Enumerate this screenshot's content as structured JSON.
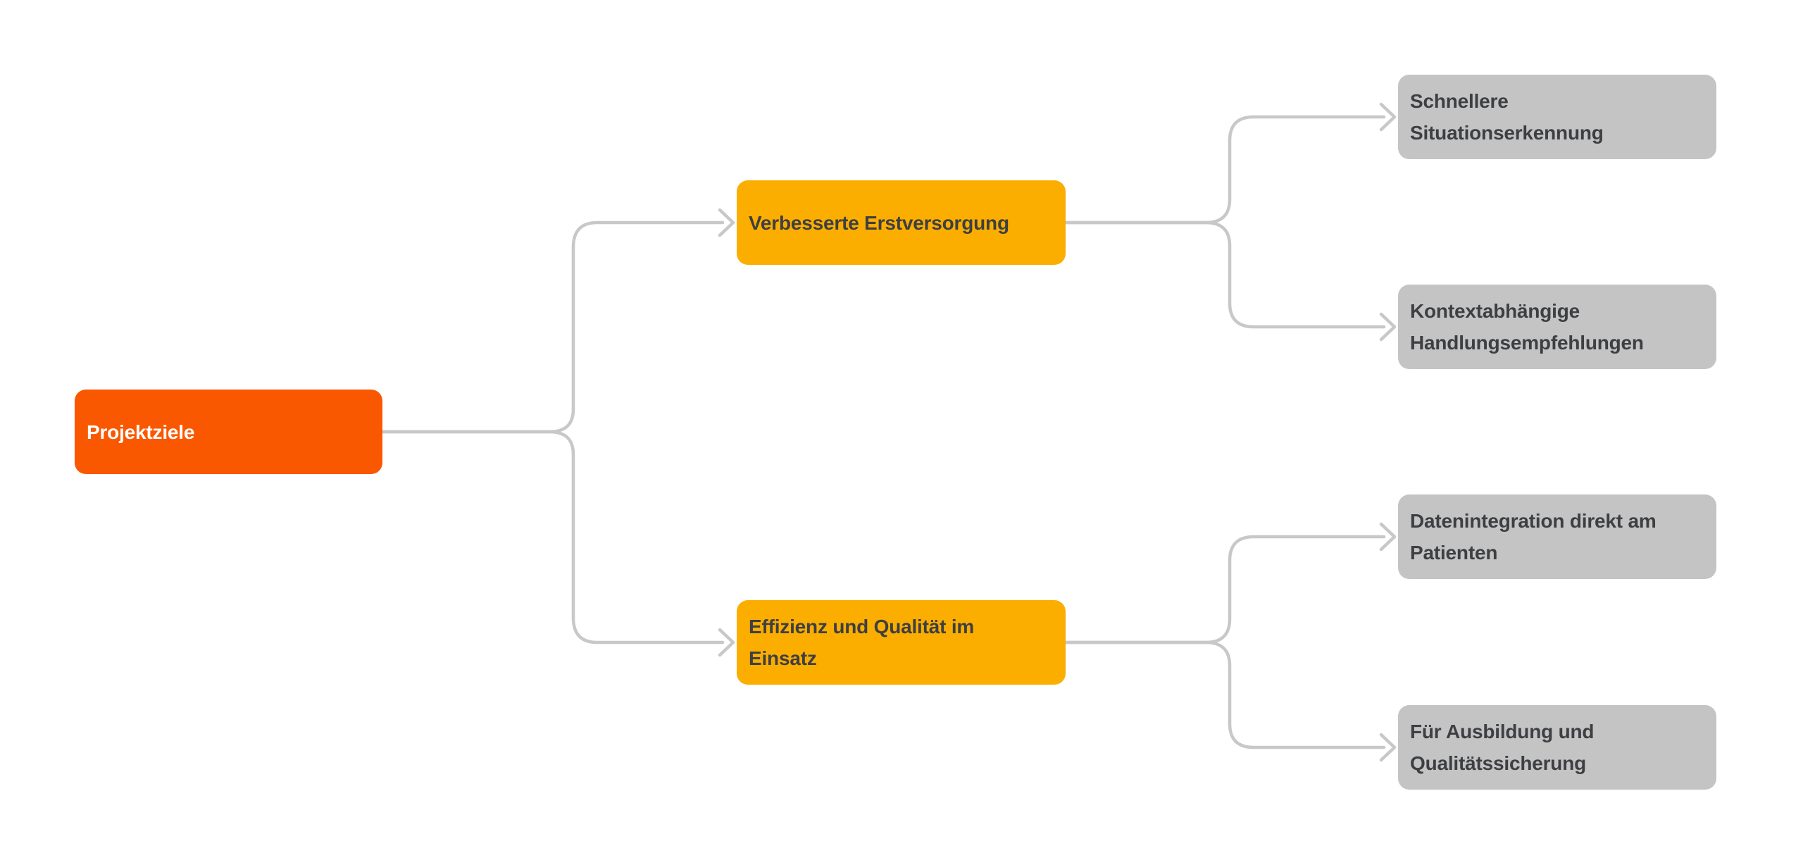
{
  "mindmap": {
    "root": {
      "label": "Projektziele"
    },
    "branches": [
      {
        "label": "Verbesserte Erstversorgung",
        "children": [
          {
            "label": "Schnellere\nSituationserkennung"
          },
          {
            "label": "Kontextabhängige\nHandlungsempfehlungen"
          }
        ]
      },
      {
        "label": "Effizienz und Qualität im\nEinsatz",
        "children": [
          {
            "label": "Datenintegration direkt am\nPatienten"
          },
          {
            "label": "Für Ausbildung und\nQualitätssicherung"
          }
        ]
      }
    ],
    "colors": {
      "root_fill": "#F95800",
      "branch_fill": "#FCAE00",
      "leaf_fill": "#C4C4C4",
      "connector": "#C8C8C8",
      "text_on_root": "#FFFFFF",
      "text_on_branch": "#3D3F42",
      "text_on_leaf": "#3D3F42",
      "background": "#FFFFFF"
    }
  }
}
